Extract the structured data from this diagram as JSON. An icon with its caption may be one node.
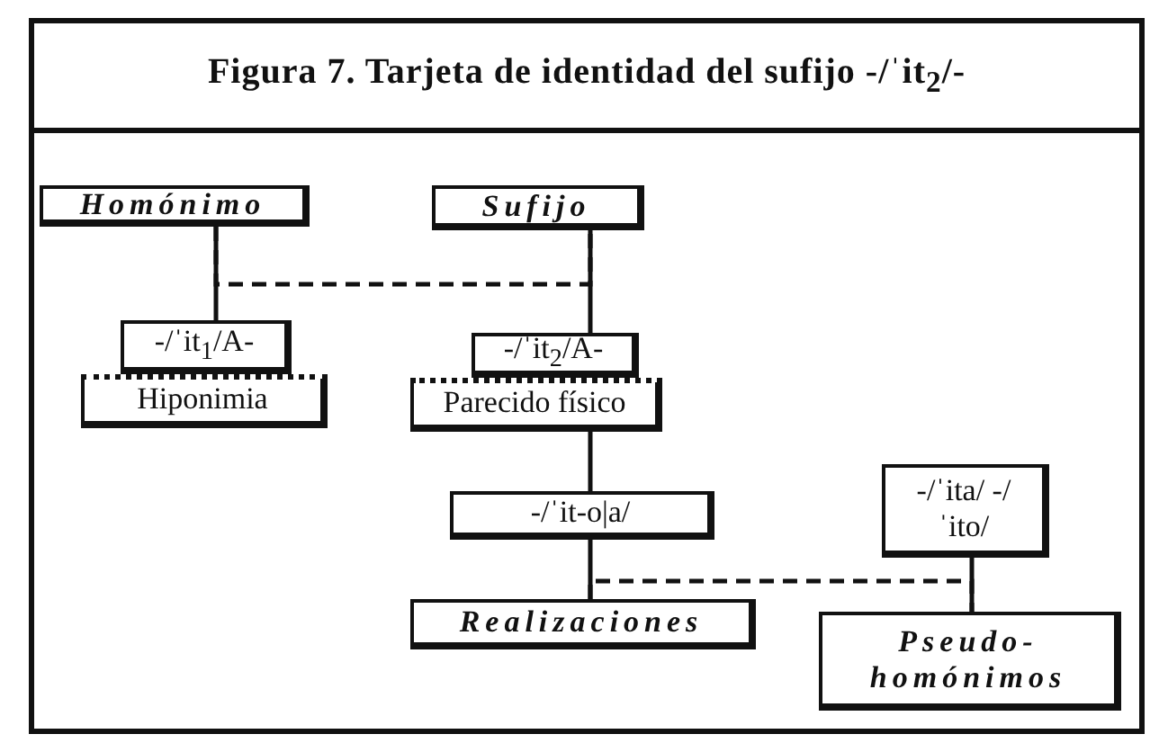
{
  "diagram": {
    "title": "Figura 7. Tarjeta de identidad del sufijo -/ˈit$_{2}$/-",
    "nodes": [
      {
        "text": [
          "Homónimo"
        ]
      },
      {
        "text": [
          "Sufijo"
        ]
      },
      {
        "text": [
          "-/ˈit$_{1}$/A-"
        ]
      },
      {
        "text": [
          "Hiponimia"
        ]
      },
      {
        "text": [
          "-/ˈit$_{2}$/A-"
        ]
      },
      {
        "text": [
          "Parecido físico"
        ]
      },
      {
        "text": [
          "-/ˈit-o|a/"
        ]
      },
      {
        "text": [
          "-/ˈita/ -/ˈito/"
        ]
      },
      {
        "text": [
          "Realizaciones"
        ]
      },
      {
        "text": [
          "Pseudo- homónimos"
        ]
      }
    ],
    "edges": [
      {
        "from": 0,
        "to": 2,
        "arrow": "none"
      },
      {
        "from": 0,
        "to": 1,
        "arrow": "none",
        "style": "dashed"
      },
      {
        "from": 1,
        "to": 4,
        "arrow": "none"
      },
      {
        "from": 5,
        "to": 6,
        "arrow": "none"
      },
      {
        "from": 6,
        "to": 8,
        "arrow": "none"
      },
      {
        "from": 8,
        "to": 9,
        "arrow": "none",
        "style": "dashed"
      },
      {
        "from": 7,
        "to": 9,
        "arrow": "none"
      }
    ]
  }
}
